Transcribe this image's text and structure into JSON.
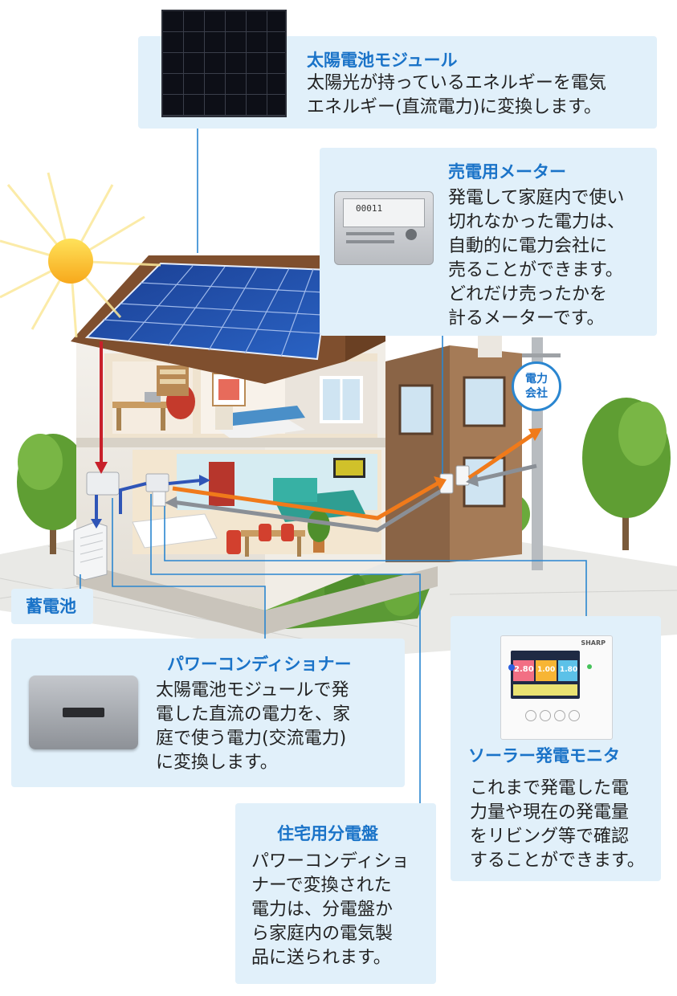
{
  "colors": {
    "title_blue": "#1a73c8",
    "box_bg": "#e1f0fa",
    "dc_red": "#c8202a",
    "blue_flow": "#2f55b7",
    "orange_flow": "#f07a1a",
    "gray_flow": "#8a8f96"
  },
  "solar_module": {
    "title": "太陽電池モジュール",
    "description": "太陽光が持っているエネルギーを電気\nエネルギー(直流電力)に変換します。"
  },
  "meter": {
    "title": "売電用メーター",
    "description": "発電して家庭内で使い\n切れなかった電力は、\n自動的に電力会社に\n売ることができます。\nどれだけ売ったかを\n計るメーターです。",
    "display_value": "00011"
  },
  "power_company": {
    "label_line1": "電力",
    "label_line2": "会社"
  },
  "battery": {
    "label": "蓄電池"
  },
  "power_conditioner": {
    "title": "パワーコンディショナー",
    "description": "太陽電池モジュールで発\n電した直流の電力を、家\n庭で使う電力(交流電力)\nに変換します。"
  },
  "solar_monitor": {
    "title": "ソーラー発電モニタ",
    "description": "これまで発電した電\n力量や現在の発電量\nをリビング等で確認\nすることができます。",
    "brand": "SHARP",
    "screen_value_1": "2.80",
    "screen_value_2": "1.00",
    "screen_value_3": "1.80"
  },
  "distribution_board": {
    "title": "住宅用分電盤",
    "description": "パワーコンディショ\nナーで変換された\n電力は、分電盤か\nら家庭内の電気製\n品に送られます。"
  }
}
